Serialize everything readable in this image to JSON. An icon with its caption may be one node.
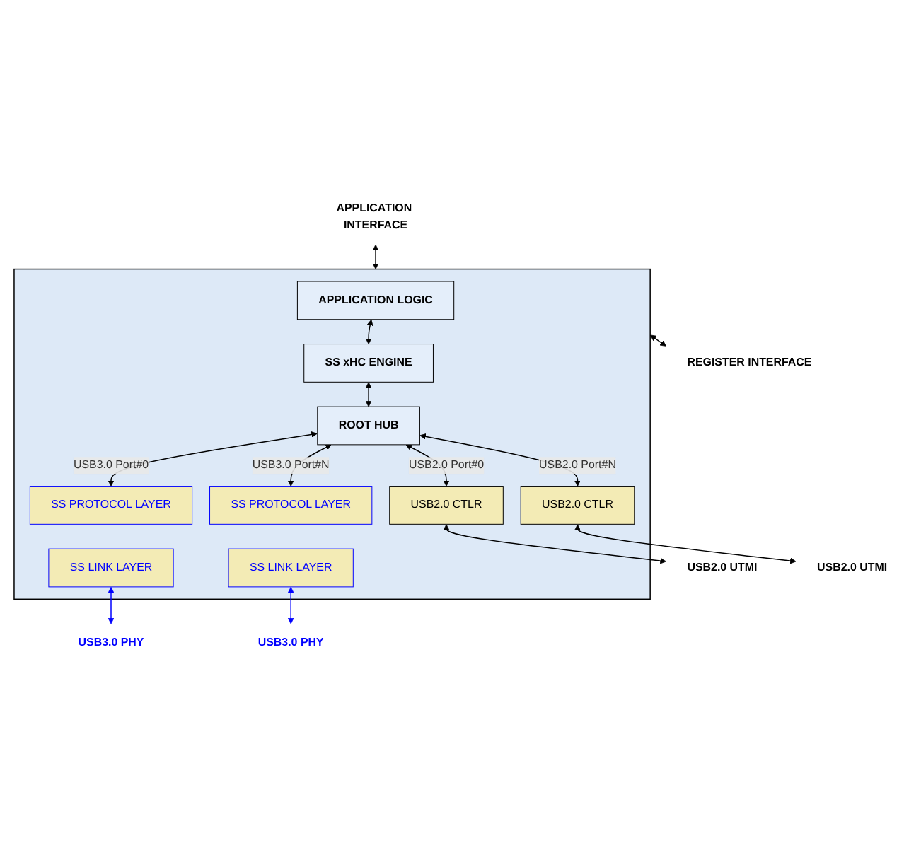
{
  "diagram": {
    "nodes": [
      {
        "text": [
          "APPLICATION INTERFACE"
        ]
      },
      {
        "text": [],
        "shape": "box"
      },
      {
        "text": [
          "APPLICATION LOGIC"
        ],
        "in": 1
      },
      {
        "text": [
          "SS xHC ENGINE"
        ],
        "in": 1
      },
      {
        "text": [
          "ROOT HUB"
        ],
        "in": 1
      },
      {
        "text": [
          "SS PROTOCOL LAYER"
        ],
        "in": 1
      },
      {
        "text": [
          "SS LINK LAYER"
        ],
        "in": 1
      },
      {
        "text": [
          "USB2.0 CTLR"
        ],
        "in": 1
      },
      {
        "text": [
          "SS PROTOCOL LAYER"
        ],
        "in": 1
      },
      {
        "text": [
          "SS LINK LAYER"
        ],
        "in": 1
      },
      {
        "text": [
          "USB2.0 CTLR"
        ],
        "in": 1
      },
      {
        "text": [
          "USB3.0 PHY"
        ]
      },
      {
        "text": [
          "USB2.0 UTMI"
        ]
      },
      {
        "text": [
          "USB3.0 PHY"
        ]
      },
      {
        "text": [
          "USB2.0 UTMI"
        ]
      },
      {
        "text": [
          "REGISTER INTERFACE"
        ]
      }
    ],
    "edges": [
      {
        "from": 0,
        "to": 1,
        "arrow": "both"
      },
      {
        "from": 2,
        "to": 3,
        "arrow": "both"
      },
      {
        "from": 3,
        "to": 4,
        "arrow": "both"
      },
      {
        "from": 4,
        "to": 5,
        "arrow": "both",
        "label": "USB3.0 Port#0"
      },
      {
        "from": 4,
        "to": 7,
        "arrow": "both",
        "label": "USB2.0 Port#0"
      },
      {
        "from": 4,
        "to": 8,
        "arrow": "both",
        "label": "USB3.0 Port#N"
      },
      {
        "from": 4,
        "to": 10,
        "arrow": "both",
        "label": "USB2.0 Port#N"
      },
      {
        "from": 6,
        "to": 11,
        "arrow": "both",
        "color": "#0000ff"
      },
      {
        "from": 7,
        "to": 12,
        "arrow": "both"
      },
      {
        "from": 9,
        "to": 13,
        "arrow": "both",
        "color": "#0000ff"
      },
      {
        "from": 10,
        "to": 14,
        "arrow": "both"
      },
      {
        "from": 1,
        "to": 15,
        "arrow": "both"
      }
    ]
  }
}
